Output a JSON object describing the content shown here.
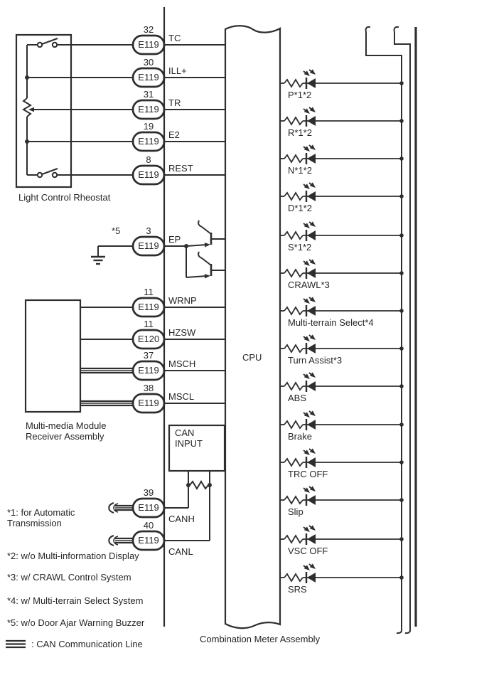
{
  "labels": {
    "light_control_rheostat": "Light Control Rheostat",
    "multimedia_module": "Multi-media Module\nReceiver Assembly",
    "cpu": "CPU",
    "can_input": "CAN\nINPUT",
    "combination_meter": "Combination Meter Assembly",
    "ep_ground_note": "*5"
  },
  "connectors": [
    {
      "pin": "32",
      "code": "E119",
      "signal": "TC"
    },
    {
      "pin": "30",
      "code": "E119",
      "signal": "ILL+"
    },
    {
      "pin": "31",
      "code": "E119",
      "signal": "TR"
    },
    {
      "pin": "19",
      "code": "E119",
      "signal": "E2"
    },
    {
      "pin": "8",
      "code": "E119",
      "signal": "REST"
    },
    {
      "pin": "3",
      "code": "E119",
      "signal": "EP"
    },
    {
      "pin": "11",
      "code": "E119",
      "signal": "WRNP"
    },
    {
      "pin": "11",
      "code": "E120",
      "signal": "HZSW"
    },
    {
      "pin": "37",
      "code": "E119",
      "signal": "MSCH"
    },
    {
      "pin": "38",
      "code": "E119",
      "signal": "MSCL"
    },
    {
      "pin": "39",
      "code": "E119",
      "signal": "CANH"
    },
    {
      "pin": "40",
      "code": "E119",
      "signal": "CANL"
    }
  ],
  "indicators": [
    {
      "label": "P*1*2"
    },
    {
      "label": "R*1*2"
    },
    {
      "label": "N*1*2"
    },
    {
      "label": "D*1*2"
    },
    {
      "label": "S*1*2"
    },
    {
      "label": "CRAWL*3"
    },
    {
      "label": "Multi-terrain Select*4"
    },
    {
      "label": "Turn Assist*3"
    },
    {
      "label": "ABS"
    },
    {
      "label": "Brake"
    },
    {
      "label": "TRC OFF"
    },
    {
      "label": "Slip"
    },
    {
      "label": "VSC OFF"
    },
    {
      "label": "SRS"
    }
  ],
  "footnotes": [
    "*1: for Automatic\nTransmission",
    "*2: w/o Multi-information Display",
    "*3: w/ CRAWL Control System",
    "*4: w/ Multi-terrain Select System",
    "*5: w/o Door Ajar Warning Buzzer"
  ],
  "legend": {
    "label": ": CAN Communication Line"
  },
  "colors": {
    "line": "#2e2e2e",
    "text": "#262626",
    "background": "#ffffff"
  }
}
